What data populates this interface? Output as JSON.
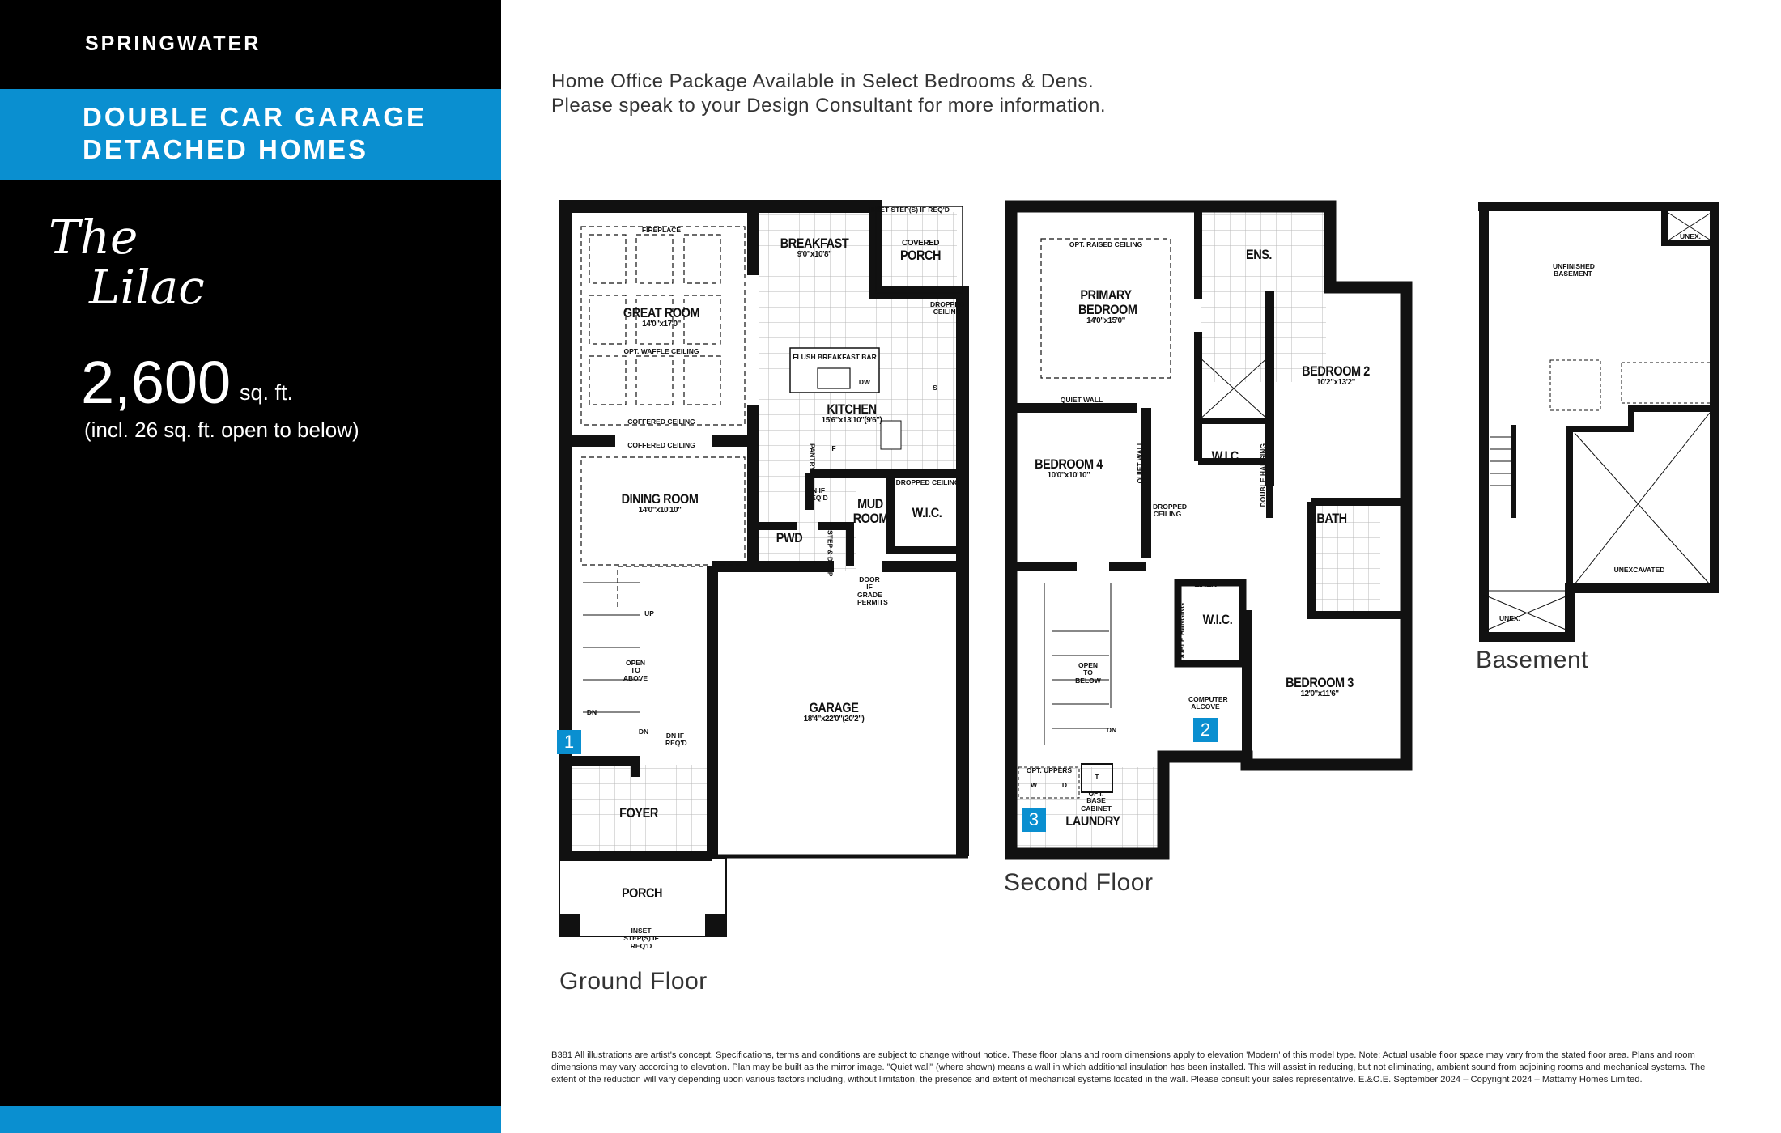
{
  "sidebar": {
    "brand": "SPRINGWATER",
    "category_lines": [
      "DOUBLE CAR GARAGE",
      "DETACHED HOMES"
    ],
    "model_script": [
      "The",
      "Lilac"
    ],
    "sqft_value": "2,600",
    "sqft_unit": "sq. ft.",
    "sqft_note": "(incl. 26 sq. ft. open to below)"
  },
  "notice": [
    "Home Office Package Available in Select Bedrooms & Dens.",
    "Please speak to your Design Consultant for more information."
  ],
  "colors": {
    "accent": "#0a8fd0",
    "panel": "#000000",
    "wall": "#111111"
  },
  "ground_floor": {
    "label": "Ground Floor",
    "rooms": [
      {
        "name": "GREAT ROOM",
        "dims": "14'0\"x17'0\""
      },
      {
        "name": "DINING ROOM",
        "dims": "14'0\"x10'10\""
      },
      {
        "name": "BREAKFAST",
        "dims": "9'0\"x10'8\""
      },
      {
        "name": "KITCHEN",
        "dims": "15'6\"x13'10\"(9'6\")"
      },
      {
        "name": "GARAGE",
        "dims": "18'4\"x22'0\"(20'2\")"
      },
      {
        "name": "PWD"
      },
      {
        "name": "MUD ROOM"
      },
      {
        "name": "W.I.C."
      },
      {
        "name": "FOYER"
      },
      {
        "name": "PORCH"
      },
      {
        "name": "PORCH",
        "prefix": "COVERED"
      }
    ],
    "notes": {
      "fireplace": "FIREPLACE",
      "waffle": "OPT. WAFFLE CEILING",
      "coffered1": "COFFERED CEILING",
      "coffered2": "COFFERED CEILING",
      "breakfast_bar": "FLUSH BREAKFAST BAR",
      "dw": "DW",
      "s": "S",
      "f": "F",
      "pantry": "PANTRY",
      "dropped_ceiling_kitchen": "DROPPED CEILING",
      "dropped_ceiling_wic": "DROPPED CEILING",
      "inset_steps_top": "INSET STEP(S) IF REQ'D",
      "inset_steps_porch": "INSET STEP(S) IF REQ'D",
      "dn_reqd_mud": "DN IF REQ'D",
      "dn_reqd_foyer": "DN IF REQ'D",
      "step_drop": "STEP & DROP",
      "door_grade": "DOOR IF GRADE PERMITS",
      "open_above": "OPEN TO ABOVE",
      "up": "UP",
      "dn1": "DN",
      "dn2": "DN"
    },
    "badge": "1"
  },
  "second_floor": {
    "label": "Second Floor",
    "rooms": [
      {
        "name": "PRIMARY BEDROOM",
        "dims": "14'0\"x15'0\""
      },
      {
        "name": "ENS."
      },
      {
        "name": "BEDROOM 2",
        "dims": "10'2\"x13'2\""
      },
      {
        "name": "BEDROOM 4",
        "dims": "10'0\"x10'10\""
      },
      {
        "name": "W.I.C."
      },
      {
        "name": "BATH"
      },
      {
        "name": "LINEN"
      },
      {
        "name": "W.I.C."
      },
      {
        "name": "BEDROOM 3",
        "dims": "12'0\"x11'6\""
      },
      {
        "name": "LAUNDRY"
      }
    ],
    "notes": {
      "raised": "OPT. RAISED CEILING",
      "quiet1": "QUIET WALL",
      "quiet2": "QUIET WALL",
      "dropped": "DROPPED CEILING",
      "double1": "DOUBLE HANGING",
      "double2": "DOUBLE HANGING",
      "open_below": "OPEN TO BELOW",
      "dn": "DN",
      "computer": "COMPUTER ALCOVE",
      "uppers": "OPT. UPPERS",
      "w": "W",
      "d": "D",
      "t": "T",
      "base_cabinet": "OPT. BASE CABINET"
    },
    "badges": [
      "2",
      "3"
    ]
  },
  "basement": {
    "label": "Basement",
    "notes": {
      "unfinished": "UNFINISHED BASEMENT",
      "unex1": "UNEX.",
      "unex2": "UNEX.",
      "unexcavated": "UNEXCAVATED"
    }
  },
  "disclaimer": "B381 All illustrations are artist's concept. Specifications, terms and conditions are subject to change without notice. These floor plans and room dimensions apply to elevation 'Modern' of this model type. Note: Actual usable floor space may vary from the stated floor area. Plans and room dimensions may vary according to elevation. Plan may be built as the mirror image. \"Quiet wall\" (where shown) means a wall in which additional insulation has been installed. This will assist in reducing, but not eliminating, ambient sound from adjoining rooms and mechanical systems. The extent of the reduction will vary depending upon various factors including, without limitation, the presence and extent of mechanical systems located in the wall. Please consult your sales representative. E.&O.E. September 2024 – Copyright 2024 – Mattamy Homes Limited."
}
